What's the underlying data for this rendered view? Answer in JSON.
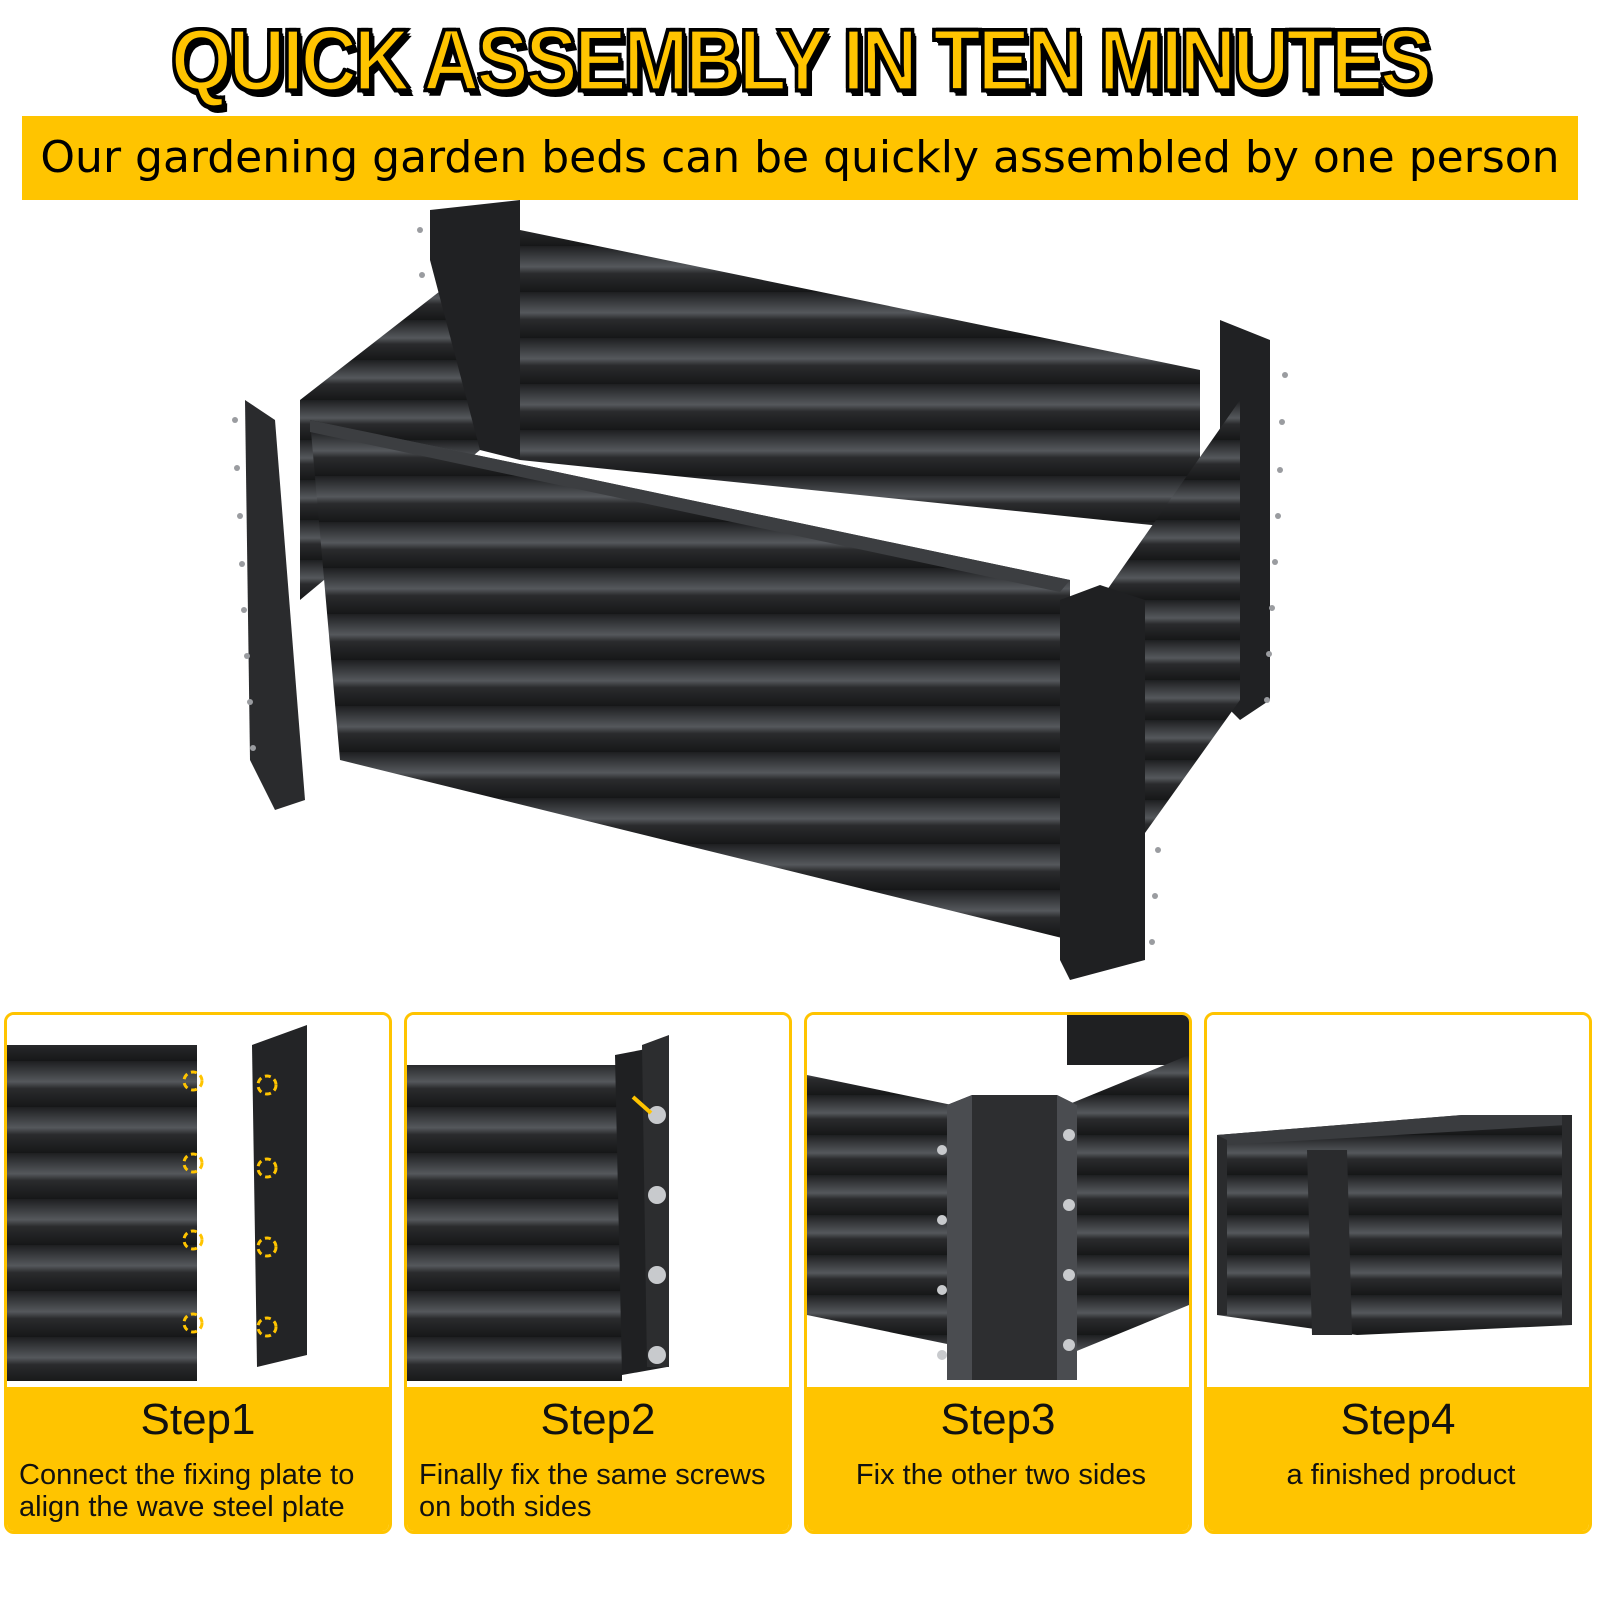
{
  "headline": "QUICK ASSEMBLY IN TEN MINUTES",
  "subtitle": "Our gardening garden beds can be quickly assembled by one person",
  "colors": {
    "accent": "#ffc400",
    "panel": "#2b2c2e",
    "panel_light": "#4a4c50",
    "text": "#111111"
  },
  "steps": [
    {
      "title": "Step1",
      "desc": "Connect the fixing plate to align the wave steel plate"
    },
    {
      "title": "Step2",
      "desc": "Finally fix the same screws on both sides"
    },
    {
      "title": "Step3",
      "desc": "Fix the other two sides"
    },
    {
      "title": "Step4",
      "desc": "a finished product"
    }
  ]
}
